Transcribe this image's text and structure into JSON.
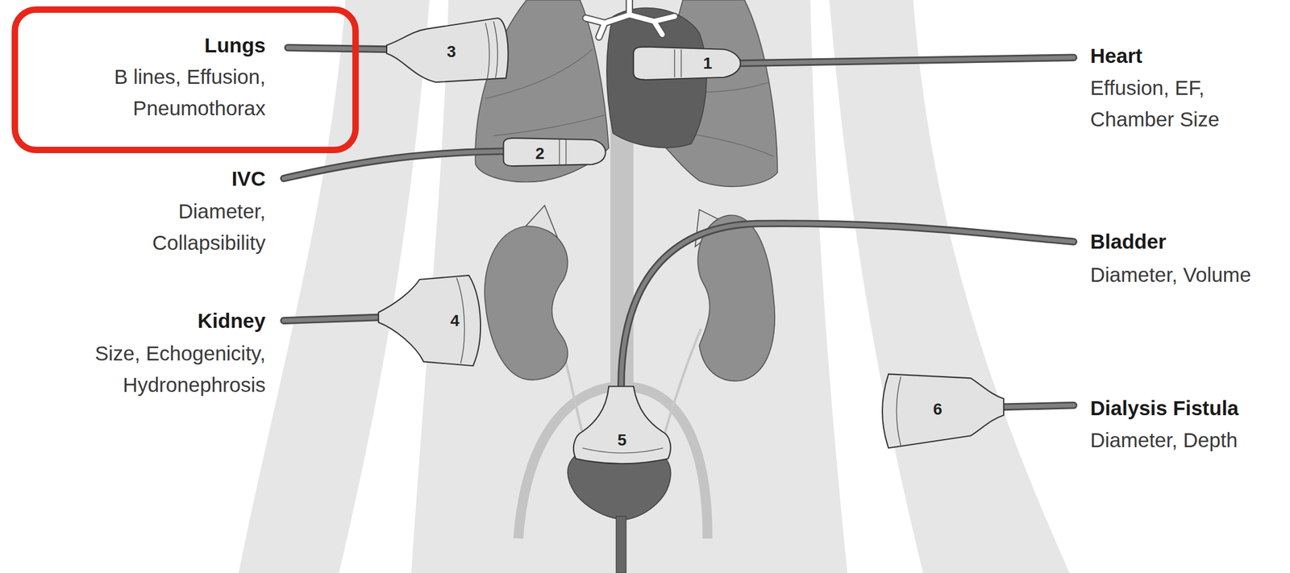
{
  "diagram": {
    "nodes": [
      {
        "text": [
          "Lungs",
          "B lines, Effusion, Pneumothorax"
        ]
      }
    ],
    "labels": [
      "Heart",
      "Effusion, EF, Chamber Size",
      "IVC",
      "Diameter, Collapsibility",
      "Kidney",
      "Size, Echogenicity, Hydronephrosis",
      "Bladder",
      "Diameter, Volume",
      "Dialysis Fistula",
      "Diameter, Depth",
      "1",
      "2",
      "3",
      "4",
      "5",
      "6"
    ]
  }
}
